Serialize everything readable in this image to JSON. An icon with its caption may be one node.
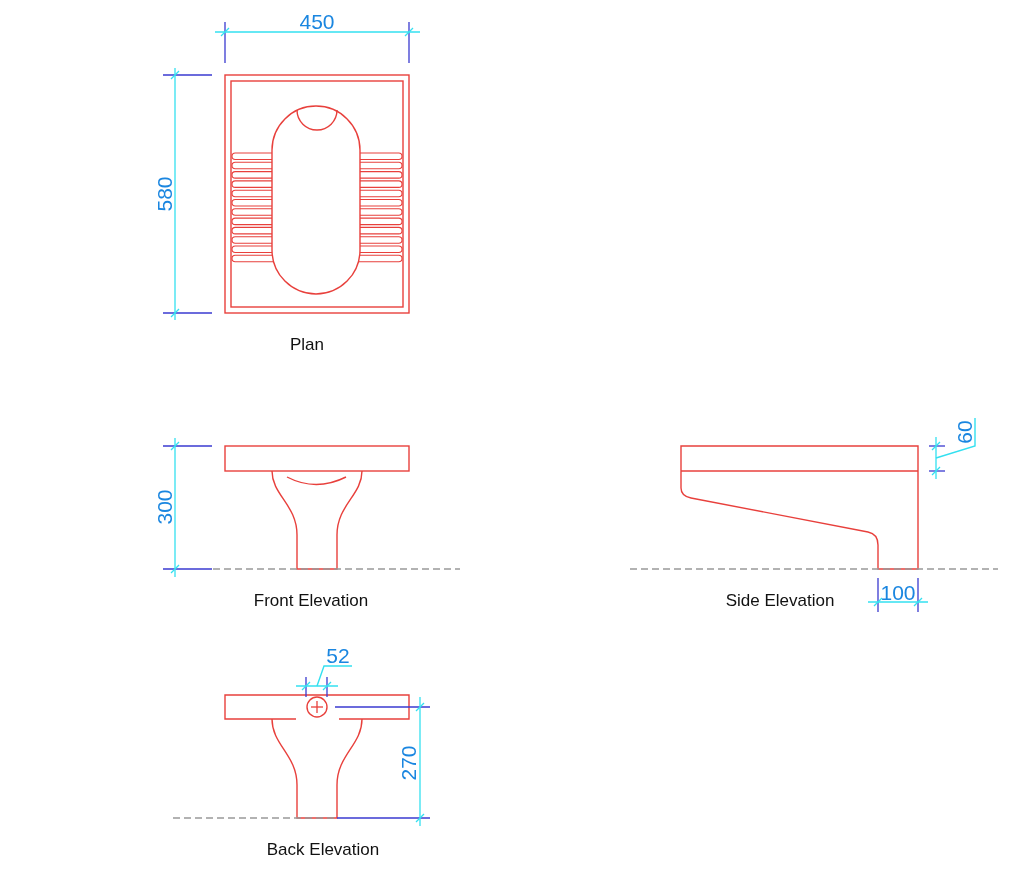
{
  "diagram": {
    "labels": [
      "450",
      "580",
      "Plan",
      "60",
      "300",
      "Front Elevation",
      "Side Elevation",
      "100",
      "52",
      "270",
      "Back Elevation"
    ]
  }
}
